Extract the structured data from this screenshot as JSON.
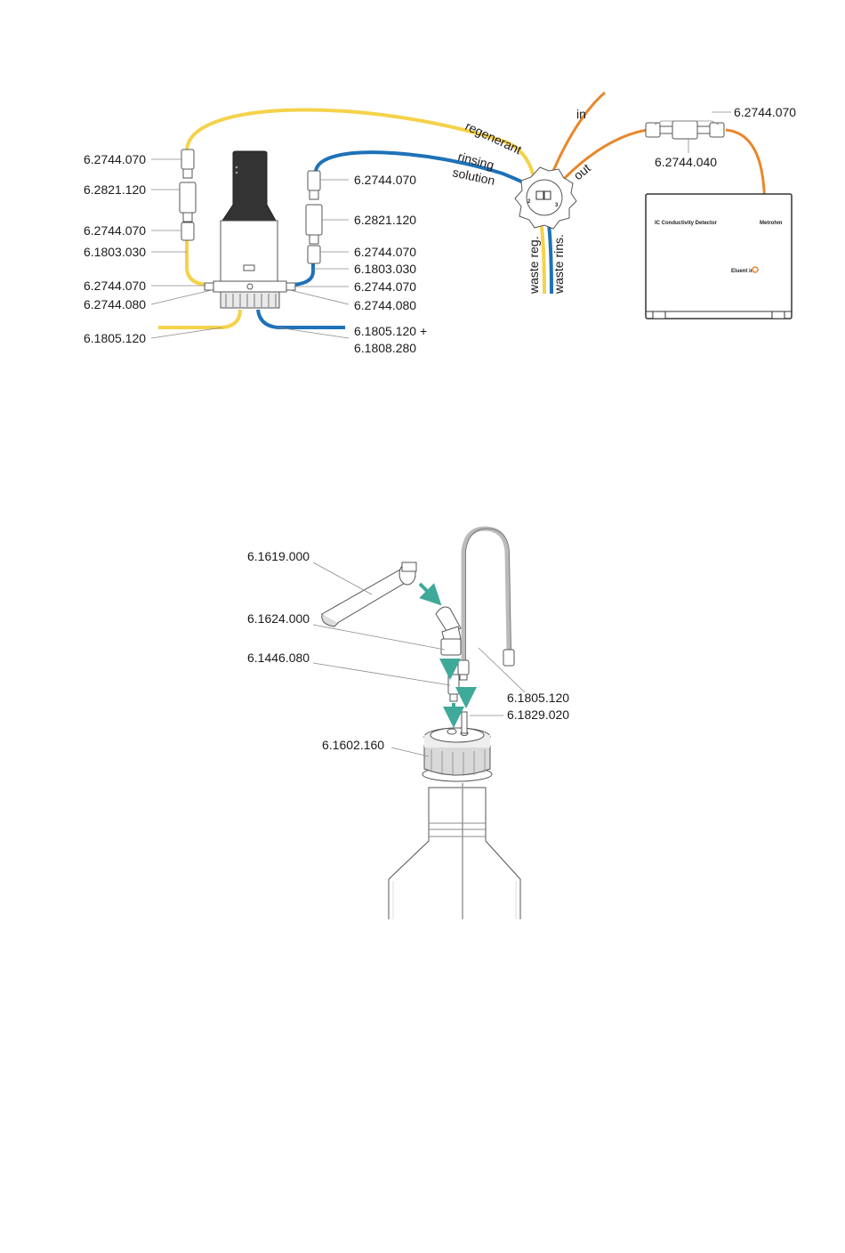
{
  "diagram_top": {
    "left_labels": [
      "6.2744.070",
      "6.2821.120",
      "6.2744.070",
      "6.1803.030",
      "6.2744.070",
      "6.2744.080",
      "6.1805.120"
    ],
    "right_labels": [
      "6.2744.070",
      "6.2821.120",
      "6.2744.070",
      "6.1803.030",
      "6.2744.070",
      "6.2744.080",
      "6.1805.120 +",
      "6.1808.280"
    ],
    "tube_labels": {
      "regenerant": "regenerant",
      "rinsing": "rinsing",
      "solution": "solution",
      "in": "in",
      "out": "out",
      "waste_reg": "waste reg.",
      "waste_rins": "waste rins."
    },
    "valve_ports": [
      "2",
      "3"
    ],
    "detector": {
      "name": "IC Conductivity Detector",
      "brand": "Metrohm",
      "port_label": "Eluent in",
      "coupling_label_top": "6.2744.070",
      "coupling_label_bottom": "6.2744.040"
    },
    "colors": {
      "yellow": "#f5d24a",
      "blue": "#1d72b8",
      "orange": "#e8872a"
    }
  },
  "diagram_bottom": {
    "labels": {
      "tube_holder": "6.1619.000",
      "adapter": "6.1624.000",
      "coupling": "6.1446.080",
      "tubing": "6.1805.120",
      "nipple": "6.1829.020",
      "cap": "6.1602.160"
    },
    "colors": {
      "arrow": "#3fa99a"
    }
  }
}
